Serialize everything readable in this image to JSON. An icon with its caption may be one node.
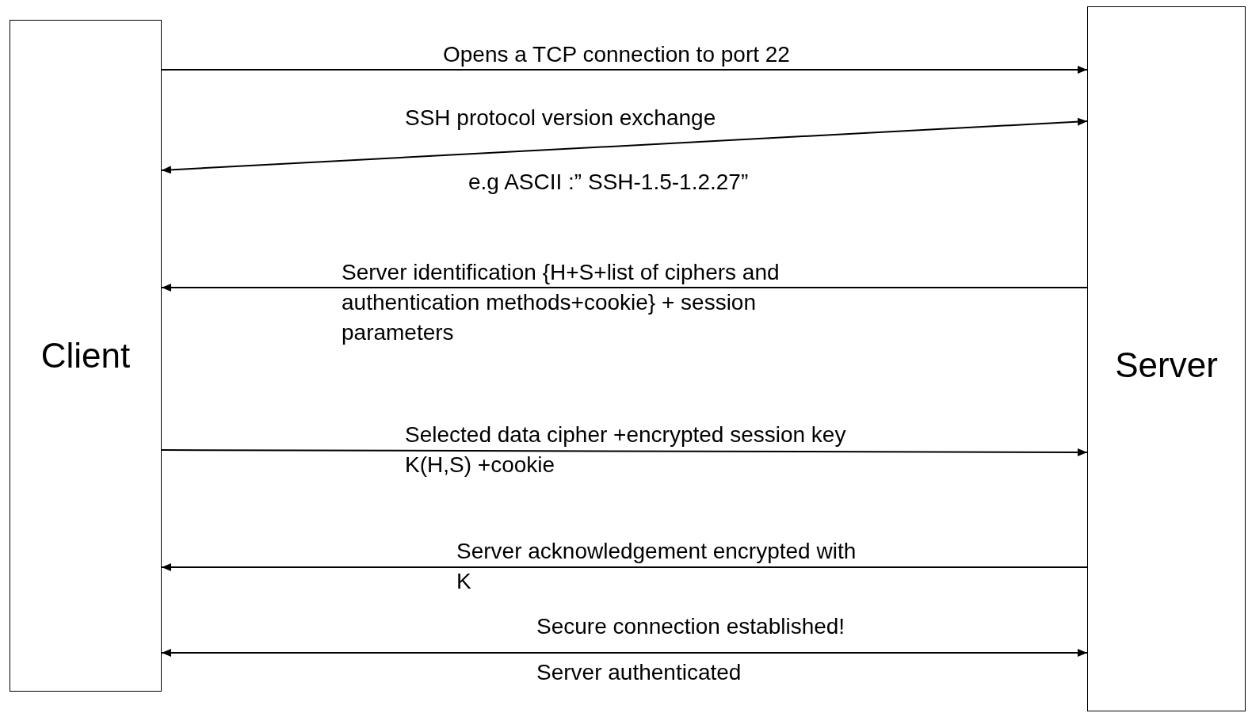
{
  "diagram": {
    "nodes": [
      {
        "text": [
          "Client"
        ]
      },
      {
        "text": [
          "Server"
        ]
      }
    ],
    "edges": [
      {
        "from": 0,
        "to": 1,
        "arrow": "to",
        "label": "Opens a TCP connection to port 22"
      },
      {
        "from": 0,
        "to": 1,
        "arrow": "both",
        "label": "SSH protocol version exchange"
      },
      {
        "from": 1,
        "to": 0,
        "arrow": "to",
        "label": "Server identification {H+S+list of ciphers and authentication methods+cookie} + session parameters"
      },
      {
        "from": 0,
        "to": 1,
        "arrow": "to",
        "label": "Selected data cipher +encrypted session key K(H,S) +cookie"
      },
      {
        "from": 1,
        "to": 0,
        "arrow": "to",
        "label": "Server acknowledgement encrypted with K"
      },
      {
        "from": 0,
        "to": 1,
        "arrow": "both",
        "label": "Secure connection established!"
      }
    ],
    "labels": [
      "e.g ASCII :” SSH-1.5-1.2.27”",
      "Server authenticated"
    ]
  }
}
